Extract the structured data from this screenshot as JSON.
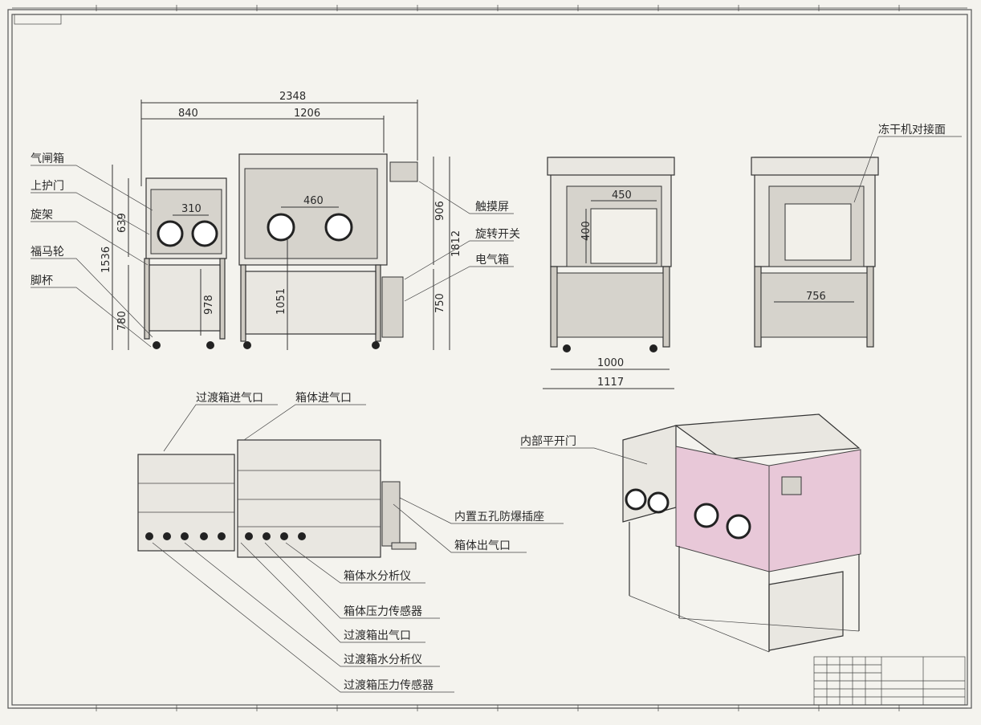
{
  "title_block": {
    "cells": [
      "",
      "",
      "",
      ""
    ]
  },
  "front_view": {
    "dims": {
      "overall_width": "2348",
      "antechamber_width": "840",
      "main_width": "1206",
      "glove_spacing_small": "310",
      "glove_spacing_large": "460",
      "height_total": "1812",
      "height_frame_left": "1536",
      "height_upper_left": "639",
      "height_upper_main": "906",
      "height_lower_main": "750",
      "height_leg": "780",
      "height_cabinet": "978",
      "height_glove_center": "1051"
    },
    "labels_left": [
      "气闸箱",
      "上护门",
      "旋架",
      "福马轮",
      "脚杯"
    ],
    "labels_right": [
      "触摸屏",
      "旋转开关",
      "电气箱"
    ]
  },
  "side_view": {
    "dims": {
      "window_width": "450",
      "window_height": "400",
      "inner_width": "1000",
      "outer_width": "1117"
    }
  },
  "rear_view": {
    "label": "冻干机对接面",
    "dims": {
      "width": "756"
    }
  },
  "top_view": {
    "labels_top": [
      "过渡箱进气口",
      "箱体进气口"
    ],
    "labels_right": [
      "内置五孔防爆插座",
      "箱体出气口"
    ],
    "labels_bottom": [
      "箱体水分析仪",
      "箱体压力传感器",
      "过渡箱出气口",
      "过渡箱水分析仪",
      "过渡箱压力传感器"
    ]
  },
  "iso_view": {
    "label": "内部平开门"
  },
  "colors": {
    "paper": "#f4f3ee",
    "ink": "#333333",
    "chamber_pink": "#e8c8d8"
  }
}
